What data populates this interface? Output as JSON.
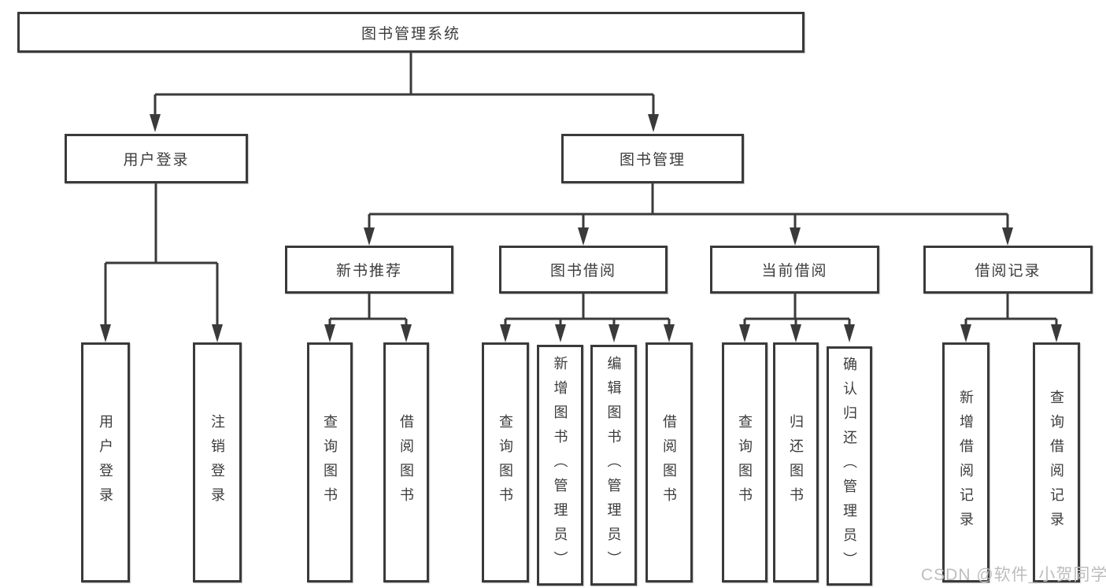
{
  "nodes": {
    "root": {
      "label": "图书管理系统"
    },
    "user_login": {
      "label": "用户登录",
      "children": [
        {
          "label": "用户登录"
        },
        {
          "label": "注销登录"
        }
      ]
    },
    "book_management": {
      "label": "图书管理",
      "children": {
        "new_book_recommend": {
          "label": "新书推荐",
          "children": [
            {
              "label": "查询图书"
            },
            {
              "label": "借阅图书"
            }
          ]
        },
        "book_borrowing": {
          "label": "图书借阅",
          "children": [
            {
              "label": "查询图书"
            },
            {
              "label": "新增图书（管理员）"
            },
            {
              "label": "编辑图书（管理员）"
            },
            {
              "label": "借阅图书"
            }
          ]
        },
        "current_borrowing": {
          "label": "当前借阅",
          "children": [
            {
              "label": "查询图书"
            },
            {
              "label": "归还图书"
            },
            {
              "label": "确认归还（管理员）"
            }
          ]
        },
        "borrowing_records": {
          "label": "借阅记录",
          "children": [
            {
              "label": "新增借阅记录"
            },
            {
              "label": "查询借阅记录"
            }
          ]
        }
      }
    }
  },
  "watermark": {
    "text": "CSDN @软件_小贺同学"
  },
  "colors": {
    "line": "#3a3a3a",
    "box_border": "#3a3a3a",
    "text": "#3c3c3c",
    "background": "#ffffff",
    "watermark": "#bdbdbd"
  }
}
